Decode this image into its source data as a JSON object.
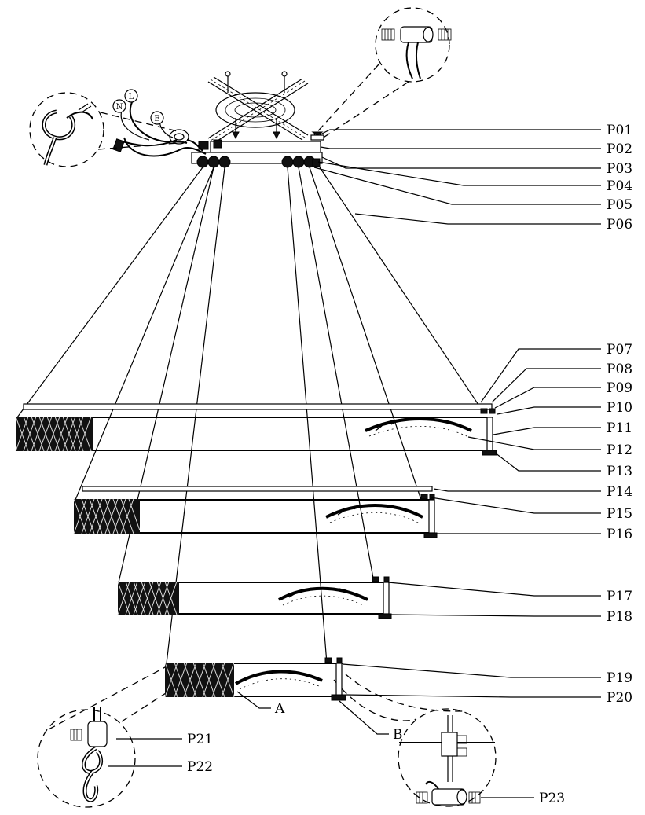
{
  "callouts": {
    "p01": "P01",
    "p02": "P02",
    "p03": "P03",
    "p04": "P04",
    "p05": "P05",
    "p06": "P06",
    "p07": "P07",
    "p08": "P08",
    "p09": "P09",
    "p10": "P10",
    "p11": "P11",
    "p12": "P12",
    "p13": "P13",
    "p14": "P14",
    "p15": "P15",
    "p16": "P16",
    "p17": "P17",
    "p18": "P18",
    "p19": "P19",
    "p20": "P20",
    "p21": "P21",
    "p22": "P22",
    "p23": "P23"
  },
  "detail_refs": {
    "a": "A",
    "b": "B"
  },
  "wire_tags": {
    "n": "N",
    "l": "L",
    "e": "E"
  }
}
